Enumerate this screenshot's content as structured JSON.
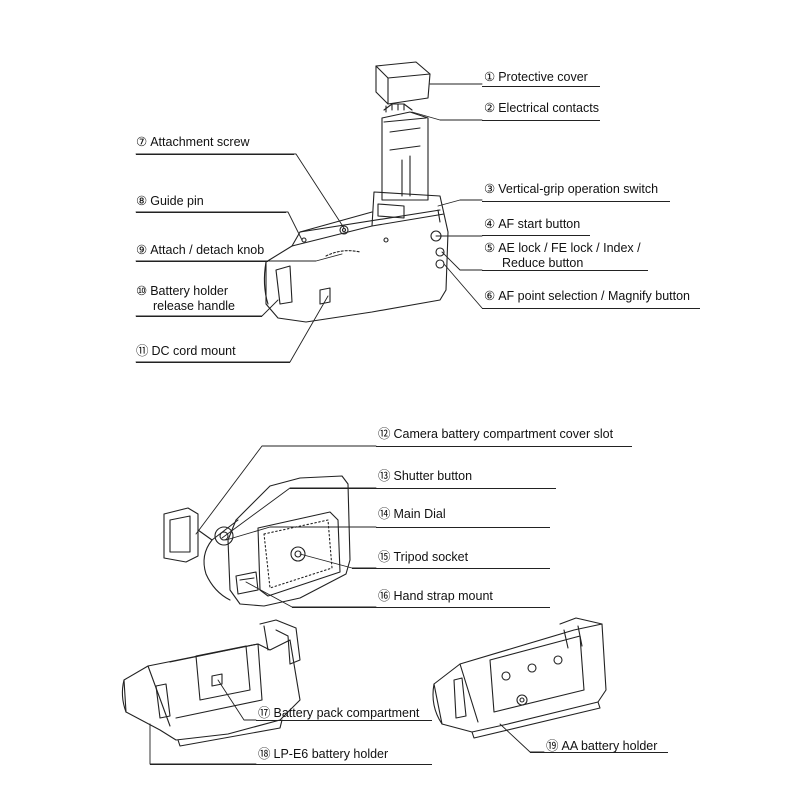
{
  "callouts": [
    {
      "num": "①",
      "text": "Protective cover"
    },
    {
      "num": "②",
      "text": "Electrical contacts"
    },
    {
      "num": "③",
      "text": "Vertical-grip operation switch"
    },
    {
      "num": "④",
      "text": "AF start button"
    },
    {
      "num": "⑤",
      "text": "AE lock / FE lock / Index /",
      "text2": "Reduce button"
    },
    {
      "num": "⑥",
      "text": "AF point selection / Magnify button"
    },
    {
      "num": "⑦",
      "text": "Attachment screw"
    },
    {
      "num": "⑧",
      "text": "Guide pin"
    },
    {
      "num": "⑨",
      "text": "Attach / detach knob"
    },
    {
      "num": "⑩",
      "text": "Battery holder",
      "text2": "release handle"
    },
    {
      "num": "⑪",
      "text": "DC cord mount"
    },
    {
      "num": "⑫",
      "text": "Camera battery compartment cover slot"
    },
    {
      "num": "⑬",
      "text": "Shutter button"
    },
    {
      "num": "⑭",
      "text": "Main Dial"
    },
    {
      "num": "⑮",
      "text": "Tripod socket"
    },
    {
      "num": "⑯",
      "text": "Hand strap mount"
    },
    {
      "num": "⑰",
      "text": "Battery pack compartment"
    },
    {
      "num": "⑱",
      "text": "LP-E6 battery holder"
    },
    {
      "num": "⑲",
      "text": "AA battery holder"
    }
  ]
}
